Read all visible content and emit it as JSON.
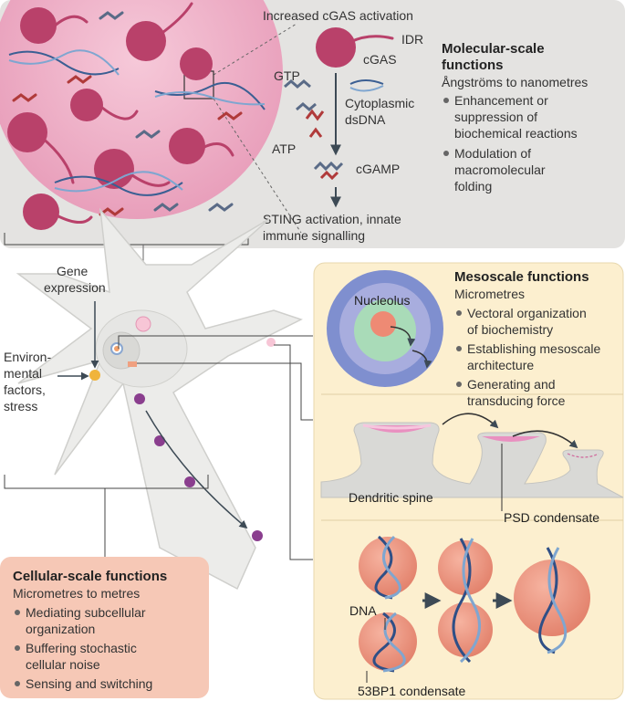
{
  "molecular": {
    "top_label": "Increased cGAS activation",
    "idr": "IDR",
    "cgas": "cGAS",
    "gtp": "GTP",
    "atp": "ATP",
    "dsdna_1": "Cytoplasmic",
    "dsdna_2": "dsDNA",
    "cgamp": "cGAMP",
    "sting_1": "STING activation, innate",
    "sting_2": "immune signalling",
    "title_1": "Molecular-scale",
    "title_2": "functions",
    "subtitle": "Ångströms to nanometres",
    "bullets": [
      [
        "Enhancement or",
        "suppression of",
        "biochemical reactions"
      ],
      [
        "Modulation of",
        "macromolecular",
        "folding"
      ]
    ]
  },
  "neuron": {
    "gene_1": "Gene",
    "gene_2": "expression",
    "env_1": "Environ-",
    "env_2": "mental",
    "env_3": "factors,",
    "env_4": "stress"
  },
  "mesoscale": {
    "title": "Mesoscale functions",
    "subtitle": "Micrometres",
    "nucleolus": "Nucleolus",
    "bullets": [
      [
        "Vectoral organization",
        "of biochemistry"
      ],
      [
        "Establishing mesoscale",
        "architecture"
      ],
      [
        "Generating and",
        "transducing force"
      ]
    ],
    "dendritic_spine": "Dendritic spine",
    "psd": "PSD condensate",
    "dna": "DNA",
    "bp53": "53BP1 condensate"
  },
  "cellular": {
    "title": "Cellular-scale functions",
    "subtitle": "Micrometres to metres",
    "bullets": [
      [
        "Mediating subcellular",
        "organization"
      ],
      [
        "Buffering stochastic",
        "cellular noise"
      ],
      [
        "Sensing and switching"
      ]
    ]
  }
}
